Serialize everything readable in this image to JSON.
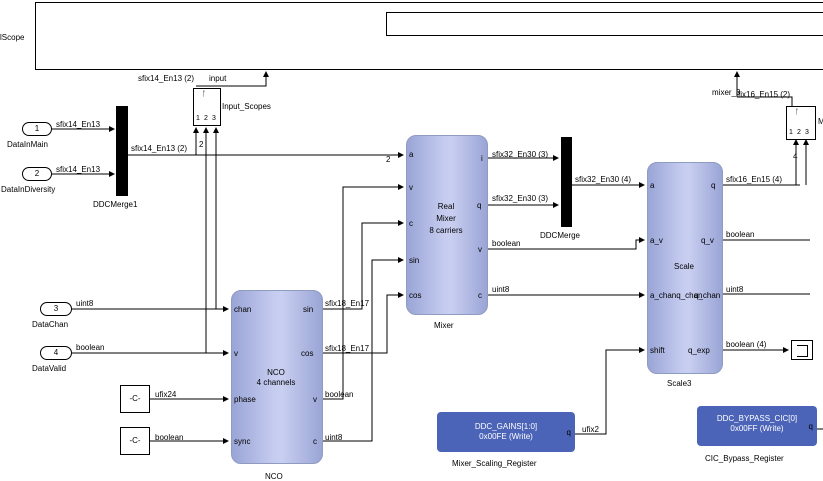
{
  "top": {
    "scope_label": "lScope",
    "input_sig": "sfix14_En13 (2)",
    "input_name": "input",
    "mixer_sig_prefix": "mixer_3",
    "mixer_sig": "fix16_En15 (2)"
  },
  "inports": [
    {
      "num": "1",
      "name": "DataInMain",
      "sig": "sfix14_En13"
    },
    {
      "num": "2",
      "name": "DataInDiversity",
      "sig": "sfix14_En13"
    },
    {
      "num": "3",
      "name": "DataChan",
      "sig": "uint8"
    },
    {
      "num": "4",
      "name": "DataValid",
      "sig": "boolean"
    }
  ],
  "merge1": {
    "name": "DDCMerge1",
    "out_sig": "sfix14_En13 (2)",
    "width": "2"
  },
  "input_scopes": {
    "name": "Input_Scopes",
    "width": "2"
  },
  "mixer": {
    "name": "Mixer",
    "title": [
      "Real",
      "Mixer",
      "8 carriers"
    ],
    "in_ports": [
      "a",
      "v",
      "c",
      "sin",
      "cos"
    ],
    "out_ports": [
      "i",
      "q",
      "v",
      "c"
    ],
    "in_a_width": "2"
  },
  "mixer_out": {
    "i_sig": "sfix32_En30 (3)",
    "q_sig": "sfix32_En30 (3)",
    "v_sig": "boolean",
    "c_sig": "uint8"
  },
  "ddcmerge": {
    "name": "DDCMerge",
    "out_sig": "sfix32_En30 (4)"
  },
  "scale": {
    "name": "Scale3",
    "title": "Scale",
    "in_ports": [
      "a",
      "a_v",
      "a_chanq_chan",
      "shift"
    ],
    "out_ports": [
      "q",
      "q_v",
      "q_chan",
      "q_exp"
    ]
  },
  "scale_out": {
    "q_sig": "sfix16_En15 (4)",
    "v_sig": "boolean",
    "chan_sig": "uint8",
    "exp_sig": "boolean (4)",
    "width": "4"
  },
  "nco": {
    "name": "NCO",
    "title": [
      "NCO",
      "4 channels"
    ],
    "in_ports": [
      "chan",
      "v",
      "phase",
      "sync"
    ],
    "out_ports": [
      "sin",
      "cos",
      "v",
      "c"
    ]
  },
  "nco_out": {
    "sin_sig": "sfix18_En17",
    "cos_sig": "sfix18_En17",
    "v_sig": "boolean",
    "c_sig": "uint8"
  },
  "constants": [
    {
      "label": "-C-",
      "sig": "ufix24"
    },
    {
      "label": "-C-",
      "sig": "boolean"
    }
  ],
  "registers": [
    {
      "name": "Mixer_Scaling_Register",
      "line1": "DDC_GAINS[1:0]",
      "line2": "0x00FE (Write)",
      "port": "q",
      "sig": "ufix2"
    },
    {
      "name": "CIC_Bypass_Register",
      "line1": "DDC_BYPASS_CIC[0]",
      "line2": "0x00FF (Write)",
      "port": "q"
    }
  ],
  "scope_port_labels": [
    "1",
    "2",
    "3"
  ],
  "scope_mark": "ᚪ",
  "right_scope_name": "M"
}
